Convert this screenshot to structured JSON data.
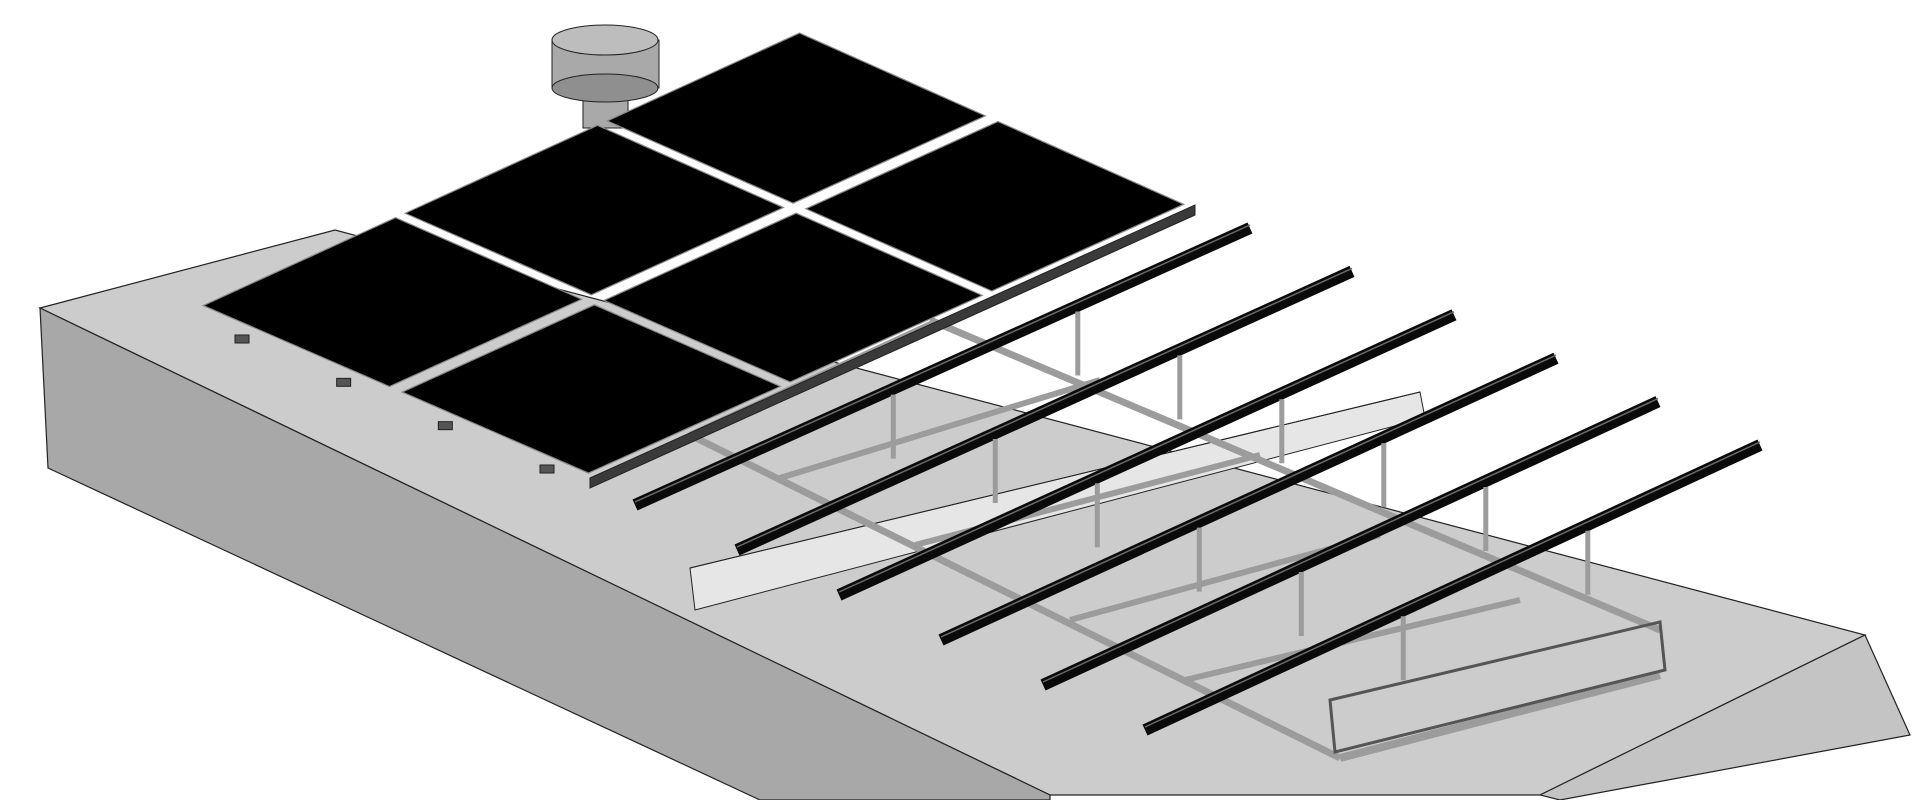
{
  "scene": {
    "subject": "solar-panel-mounting-system-render",
    "colors": {
      "background": "#ffffff",
      "roof_top": "#cccccc",
      "roof_side": "#a8a8a8",
      "roof_front": "#c4c4c4",
      "step_face": "#e6e6e6",
      "panel": "#000000",
      "panel_gap": "#8a8a8a",
      "rail": "#0a0a0a",
      "rail_highlight": "#6a6a6a",
      "frame": "#9c9c9c",
      "frame_edge": "#555555",
      "vent": "#a9a9a9",
      "outline": "#222222"
    },
    "panels": {
      "rows": 2,
      "columns": 3,
      "count": 6
    },
    "rails": {
      "count": 6
    },
    "vent": {
      "count": 1
    }
  }
}
